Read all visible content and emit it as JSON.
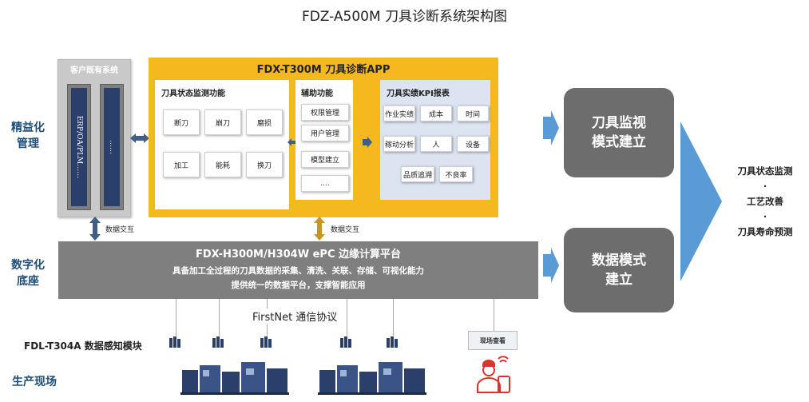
{
  "title": "FDZ-A500M 刀具诊断系统架构图",
  "side_labels": {
    "lean": [
      "精益化",
      "管理"
    ],
    "digital": [
      "数字化",
      "底座"
    ],
    "production": "生产现场"
  },
  "customer_system": {
    "header": "客户既有系统",
    "pillar1": "ERP/OA/PLM……",
    "pillar2": "……"
  },
  "app": {
    "title": "FDX-T300M 刀具诊断APP",
    "monitor": {
      "header": "刀具状态监测功能",
      "tiles": [
        "断刀",
        "崩刀",
        "磨损",
        "加工",
        "能耗",
        "换刀"
      ]
    },
    "aux": {
      "header": "辅助功能",
      "tiles": [
        "权限管理",
        "用户管理",
        "模型建立",
        "...."
      ]
    },
    "kpi": {
      "header": "刀具实绩KPI报表",
      "tiles": [
        "作业实绩",
        "成本",
        "时间",
        "稼动分析",
        "人",
        "设备",
        "品质追溯",
        "不良率"
      ]
    }
  },
  "exchange_labels": [
    "数据交互",
    "数据交互"
  ],
  "platform": {
    "title": "FDX-H300M/H304W ePC 边缘计算平台",
    "line1": "具备加工全过程的刀具数据的采集、清洗、关联、存储、可视化能力",
    "line2": "提供统一的数据平台，支撑智能应用"
  },
  "modules": {
    "monitor_mode": [
      "刀具监视",
      "模式建立"
    ],
    "data_mode": [
      "数据模式",
      "建立"
    ]
  },
  "outcomes": [
    "刀具状态监测",
    "·",
    "工艺改善",
    "·",
    "刀具寿命预测"
  ],
  "protocol": "FirstNet 通信协议",
  "sensor_module": "FDL-T304A 数据感知模块",
  "site_view": "现场查看",
  "colors": {
    "accent_yellow": "#f5b81e",
    "platform_grey": "#7f7f7f",
    "arrow_blue": "#5b9bd5",
    "label_blue": "#1f4e79",
    "pillar_navy": "#2b3f6b",
    "kpi_bg": "#dce3f1"
  }
}
